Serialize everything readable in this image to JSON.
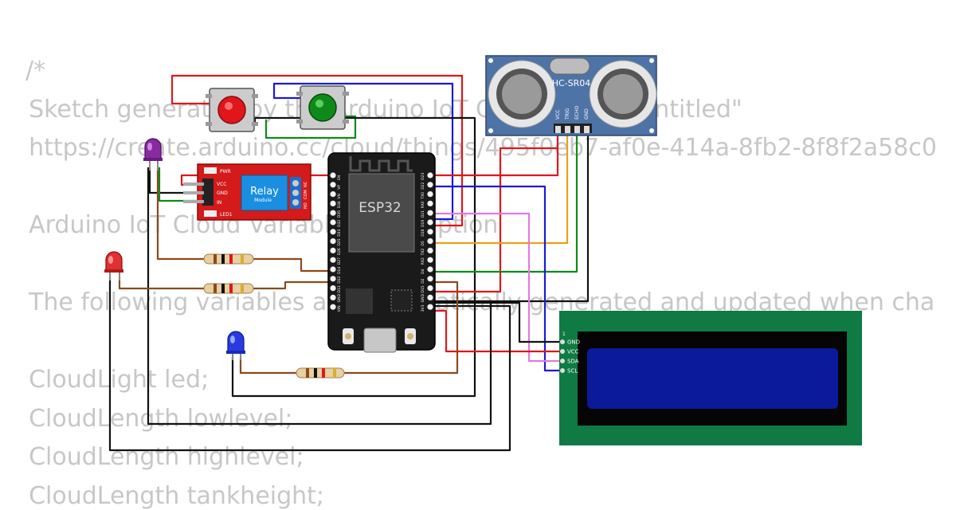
{
  "code_lines": [
    "/*",
    "  Sketch generated by the Arduino IoT Cloud Thing \"Untitled\"",
    "  https://create.arduino.cc/cloud/things/495f0eb7-af0e-414a-8fb2-8f8f2a58c0",
    "",
    "  Arduino IoT Cloud Variables description",
    "",
    "  The following variables are automatically generated and updated when cha",
    "",
    "  CloudLight led;",
    "  CloudLength lowlevel;",
    "  CloudLength highlevel;",
    "  CloudLength tankheight;"
  ],
  "ultrasonic": {
    "name": "HC-SR04",
    "pins": [
      "VCC",
      "TRIG",
      "ECHO",
      "GND"
    ]
  },
  "relay": {
    "title": "Relay",
    "subtitle": "Module",
    "pins": [
      "VCC",
      "GND",
      "IN"
    ],
    "pwr_label": "PWR",
    "led_label": "LED1",
    "terminal_labels": [
      "NO",
      "COM",
      "NC"
    ]
  },
  "esp32": {
    "label": "ESP32",
    "left_pins": [
      "EN",
      "VP",
      "VN",
      "D34",
      "D35",
      "D32",
      "D33",
      "D25",
      "D26",
      "D27",
      "D14",
      "D12",
      "D13",
      "GND",
      "VIN"
    ],
    "right_pins": [
      "D23",
      "D22",
      "TX0",
      "RX0",
      "D21",
      "D19",
      "D18",
      "D5",
      "TX2",
      "RX2",
      "D4",
      "D2",
      "D15",
      "GND",
      "3V3"
    ]
  },
  "lcd": {
    "pin_number": "1",
    "pins": [
      "GND",
      "VCC",
      "SDA",
      "SCL"
    ]
  },
  "colors": {
    "wire_red": "#e0161c",
    "wire_blue": "#1a1ad6",
    "wire_green": "#0f8a1a",
    "wire_black": "#111111",
    "wire_brown": "#8a4a1e",
    "wire_orange": "#e8a217",
    "wire_pink": "#e07ae0",
    "lcd_board": "#0f7a43",
    "lcd_screen": "#0b1a9a",
    "esp32_board": "#1a1a1a",
    "relay_board": "#d41a1a",
    "ultrasonic_board": "#4e73a6"
  }
}
